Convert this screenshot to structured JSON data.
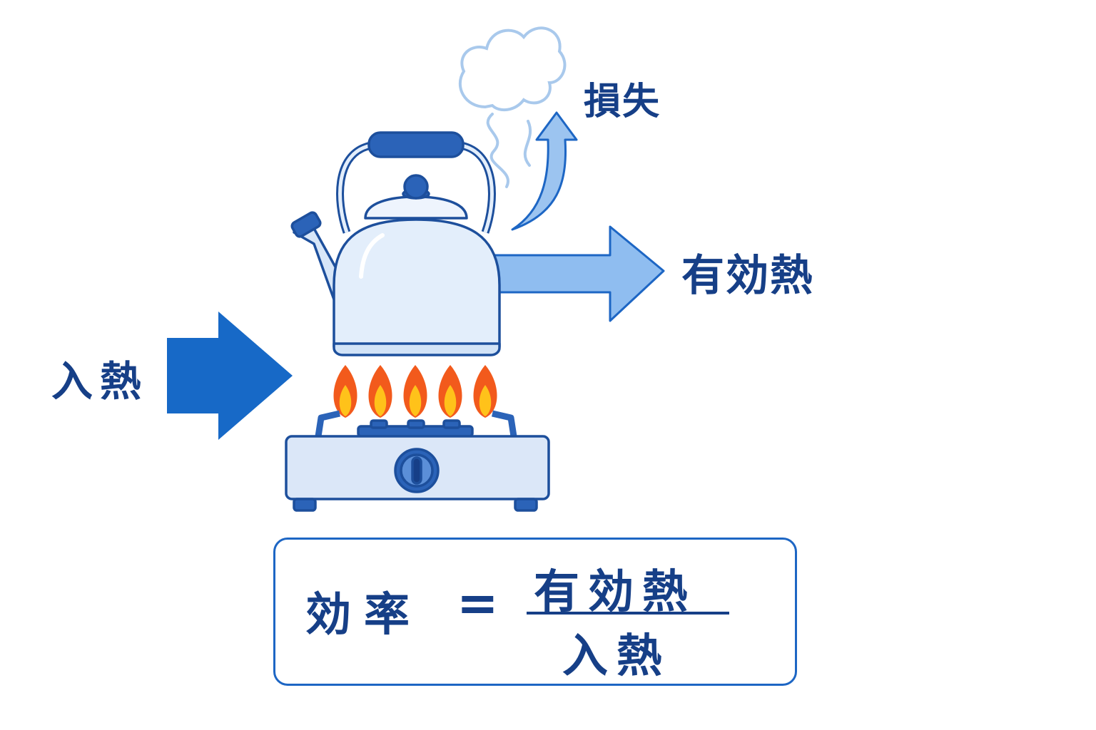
{
  "labels": {
    "input_heat": "入熱",
    "useful_heat": "有効熱",
    "loss": "損失"
  },
  "formula": {
    "lhs": "効率",
    "equals": "=",
    "numerator": "有効熱",
    "denominator": "入熱"
  },
  "colors": {
    "dark_blue": "#163f87",
    "input_arrow": "#1769c7",
    "useful_arrow": "#8fbdf0",
    "loss_arrow": "#9cc4f0",
    "outline": "#1d4f9c",
    "kettle_fill": "#e3eefb",
    "flame_outer": "#f25a1c",
    "flame_inner": "#ffc21a"
  },
  "icons": [
    "kettle-icon",
    "gas-stove-icon",
    "flame-icon",
    "steam-icon"
  ]
}
